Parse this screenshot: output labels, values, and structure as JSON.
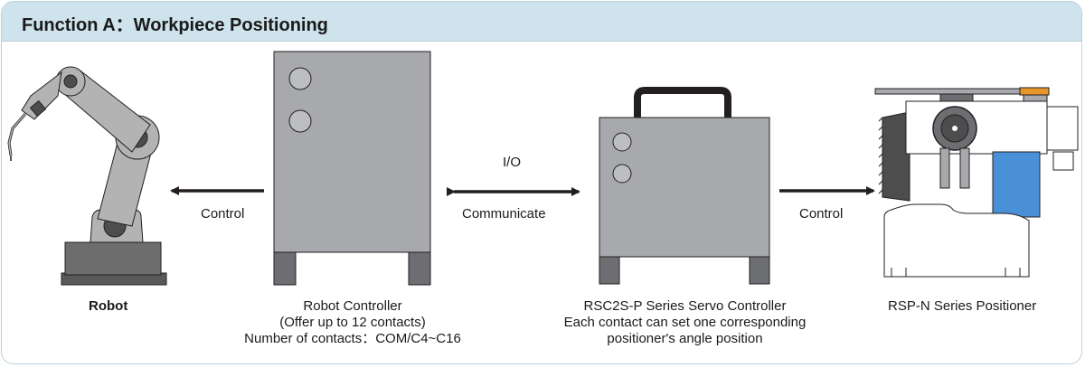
{
  "header": {
    "title": "Function A：Workpiece Positioning"
  },
  "devices": {
    "robot": {
      "label": "Robot"
    },
    "robot_controller": {
      "label": "Robot Controller",
      "line2": "(Offer up to 12 contacts)",
      "line3": "Number of contacts：COM/C4~C16"
    },
    "servo_controller": {
      "label": "RSC2S-P Series Servo Controller",
      "line2": "Each contact can set one corresponding",
      "line3": "positioner's angle position"
    },
    "positioner": {
      "label": "RSP-N Series Positioner"
    }
  },
  "connections": {
    "left": {
      "label": "Control"
    },
    "middle": {
      "top_label": "I/O",
      "bottom_label": "Communicate"
    },
    "right": {
      "label": "Control"
    }
  },
  "colors": {
    "header_bg": "#cfe3ec",
    "device_gray": "#a7a9ac",
    "robot_gray": "#b3b3b3",
    "dark": "#231f20",
    "positioner_blue": "#4a90d9",
    "orange": "#e8952c"
  }
}
